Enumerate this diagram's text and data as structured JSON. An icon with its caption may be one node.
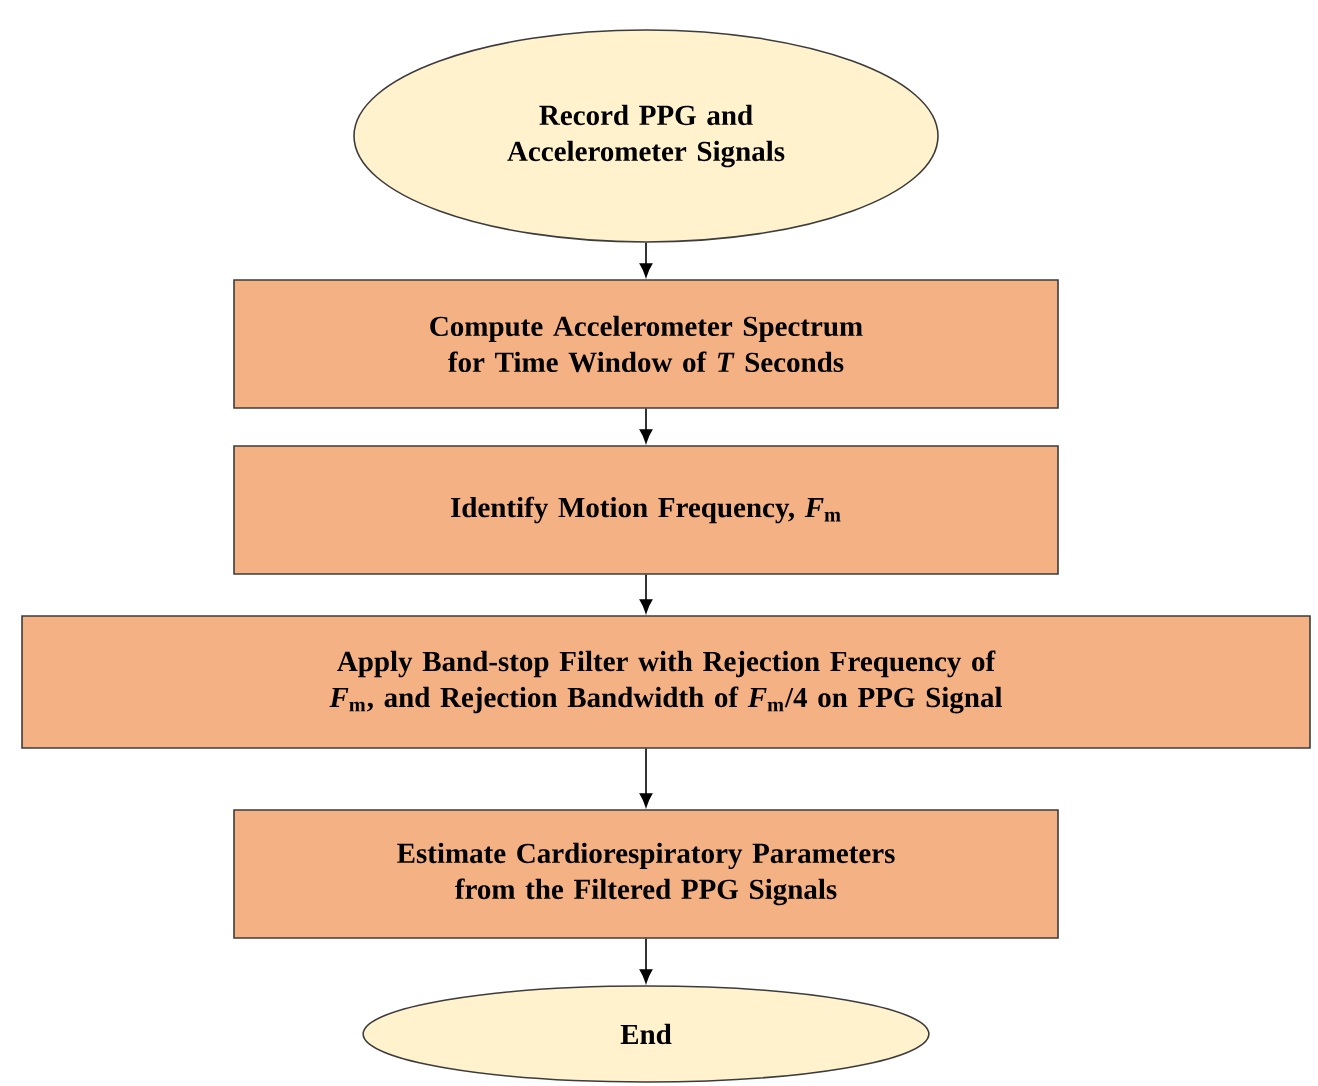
{
  "diagram": {
    "nodes": [
      {
        "text": [
          "Record PPG and Accelerometer Signals"
        ]
      },
      {
        "text": [
          "Compute Accelerometer Spectrum for Time Window of *T* Seconds"
        ]
      },
      {
        "text": [
          "Identify Motion Frequency, *F*$_{m}$"
        ]
      },
      {
        "text": [
          "Apply Band-stop Filter with Rejection Frequency of *F*$_{m}$, and Rejection Bandwidth of *F*$_{m}$/4 on PPG Signal"
        ]
      },
      {
        "text": [
          "Estimate Cardiorespiratory Parameters from the Filtered PPG Signals"
        ]
      },
      {
        "text": [
          "End"
        ]
      }
    ],
    "edges": [
      {
        "from": 0,
        "to": 1,
        "arrow": "to"
      },
      {
        "from": 1,
        "to": 2,
        "arrow": "to"
      },
      {
        "from": 2,
        "to": 3,
        "arrow": "to"
      },
      {
        "from": 3,
        "to": 4,
        "arrow": "to"
      },
      {
        "from": 4,
        "to": 5,
        "arrow": "to"
      }
    ]
  }
}
